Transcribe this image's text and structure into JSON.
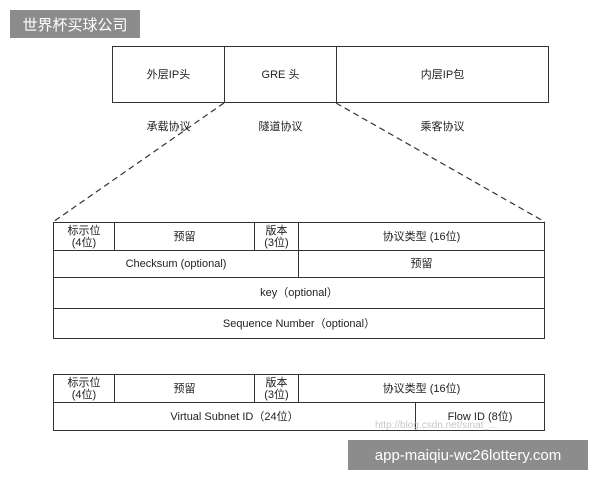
{
  "watermark_top": "世界杯买球公司",
  "watermark_bottom": "app-maiqiu-wc26lottery.com",
  "faint_url": "http://blog.csdn.net/sinat_...",
  "header": {
    "outer_ip": "外层IP头",
    "gre": "GRE 头",
    "inner_ip": "内层IP包"
  },
  "protocols": {
    "carrier": "承载协议",
    "tunnel": "隧道协议",
    "passenger": "乘客协议"
  },
  "gre_table": {
    "flags": "标示位\n(4位)",
    "reserved1": "预留",
    "version": "版本\n(3位)",
    "protocol_type": "协议类型 (16位)",
    "checksum": "Checksum (optional)",
    "reserved2": "预留",
    "key": "key（optional）",
    "sequence": "Sequence Number（optional）"
  },
  "nvgre_table": {
    "flags": "标示位\n(4位)",
    "reserved": "预留",
    "version": "版本\n(3位)",
    "protocol_type": "协议类型 (16位)",
    "vsid": "Virtual Subnet ID（24位）",
    "flow_id": "Flow ID (8位)"
  }
}
